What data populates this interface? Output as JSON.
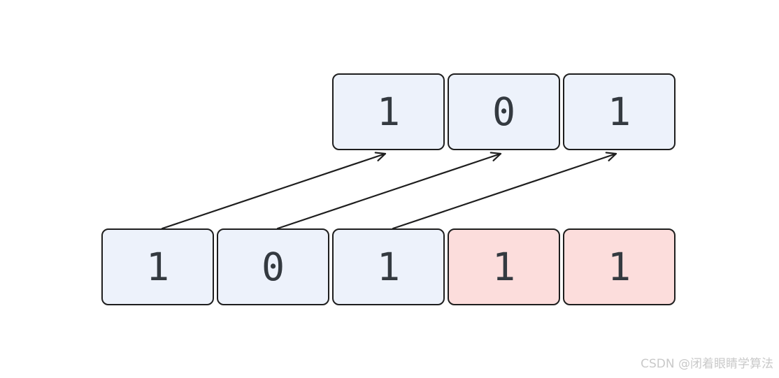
{
  "colors": {
    "background": "#ffffff",
    "cell_blue": "#edf2fb",
    "cell_pink": "#fcdddc",
    "border": "#1e1e1e",
    "arrow": "#1e1e1e",
    "text": "#343a40",
    "watermark": "#c9c9c9"
  },
  "diagram": {
    "top_row": {
      "cells": [
        {
          "value": "1",
          "variant": "cell_blue"
        },
        {
          "value": "0",
          "variant": "cell_blue"
        },
        {
          "value": "1",
          "variant": "cell_blue"
        }
      ]
    },
    "bottom_row": {
      "cells": [
        {
          "value": "1",
          "variant": "cell_blue"
        },
        {
          "value": "0",
          "variant": "cell_blue"
        },
        {
          "value": "1",
          "variant": "cell_blue"
        },
        {
          "value": "1",
          "variant": "cell_pink"
        },
        {
          "value": "1",
          "variant": "cell_pink"
        }
      ]
    },
    "arrows": [
      {
        "from": "bottom-row-cell-0",
        "to": "top-row-cell-0"
      },
      {
        "from": "bottom-row-cell-1",
        "to": "top-row-cell-1"
      },
      {
        "from": "bottom-row-cell-2",
        "to": "top-row-cell-2"
      }
    ]
  },
  "watermark": {
    "text": "CSDN @闭着眼睛学算法"
  }
}
